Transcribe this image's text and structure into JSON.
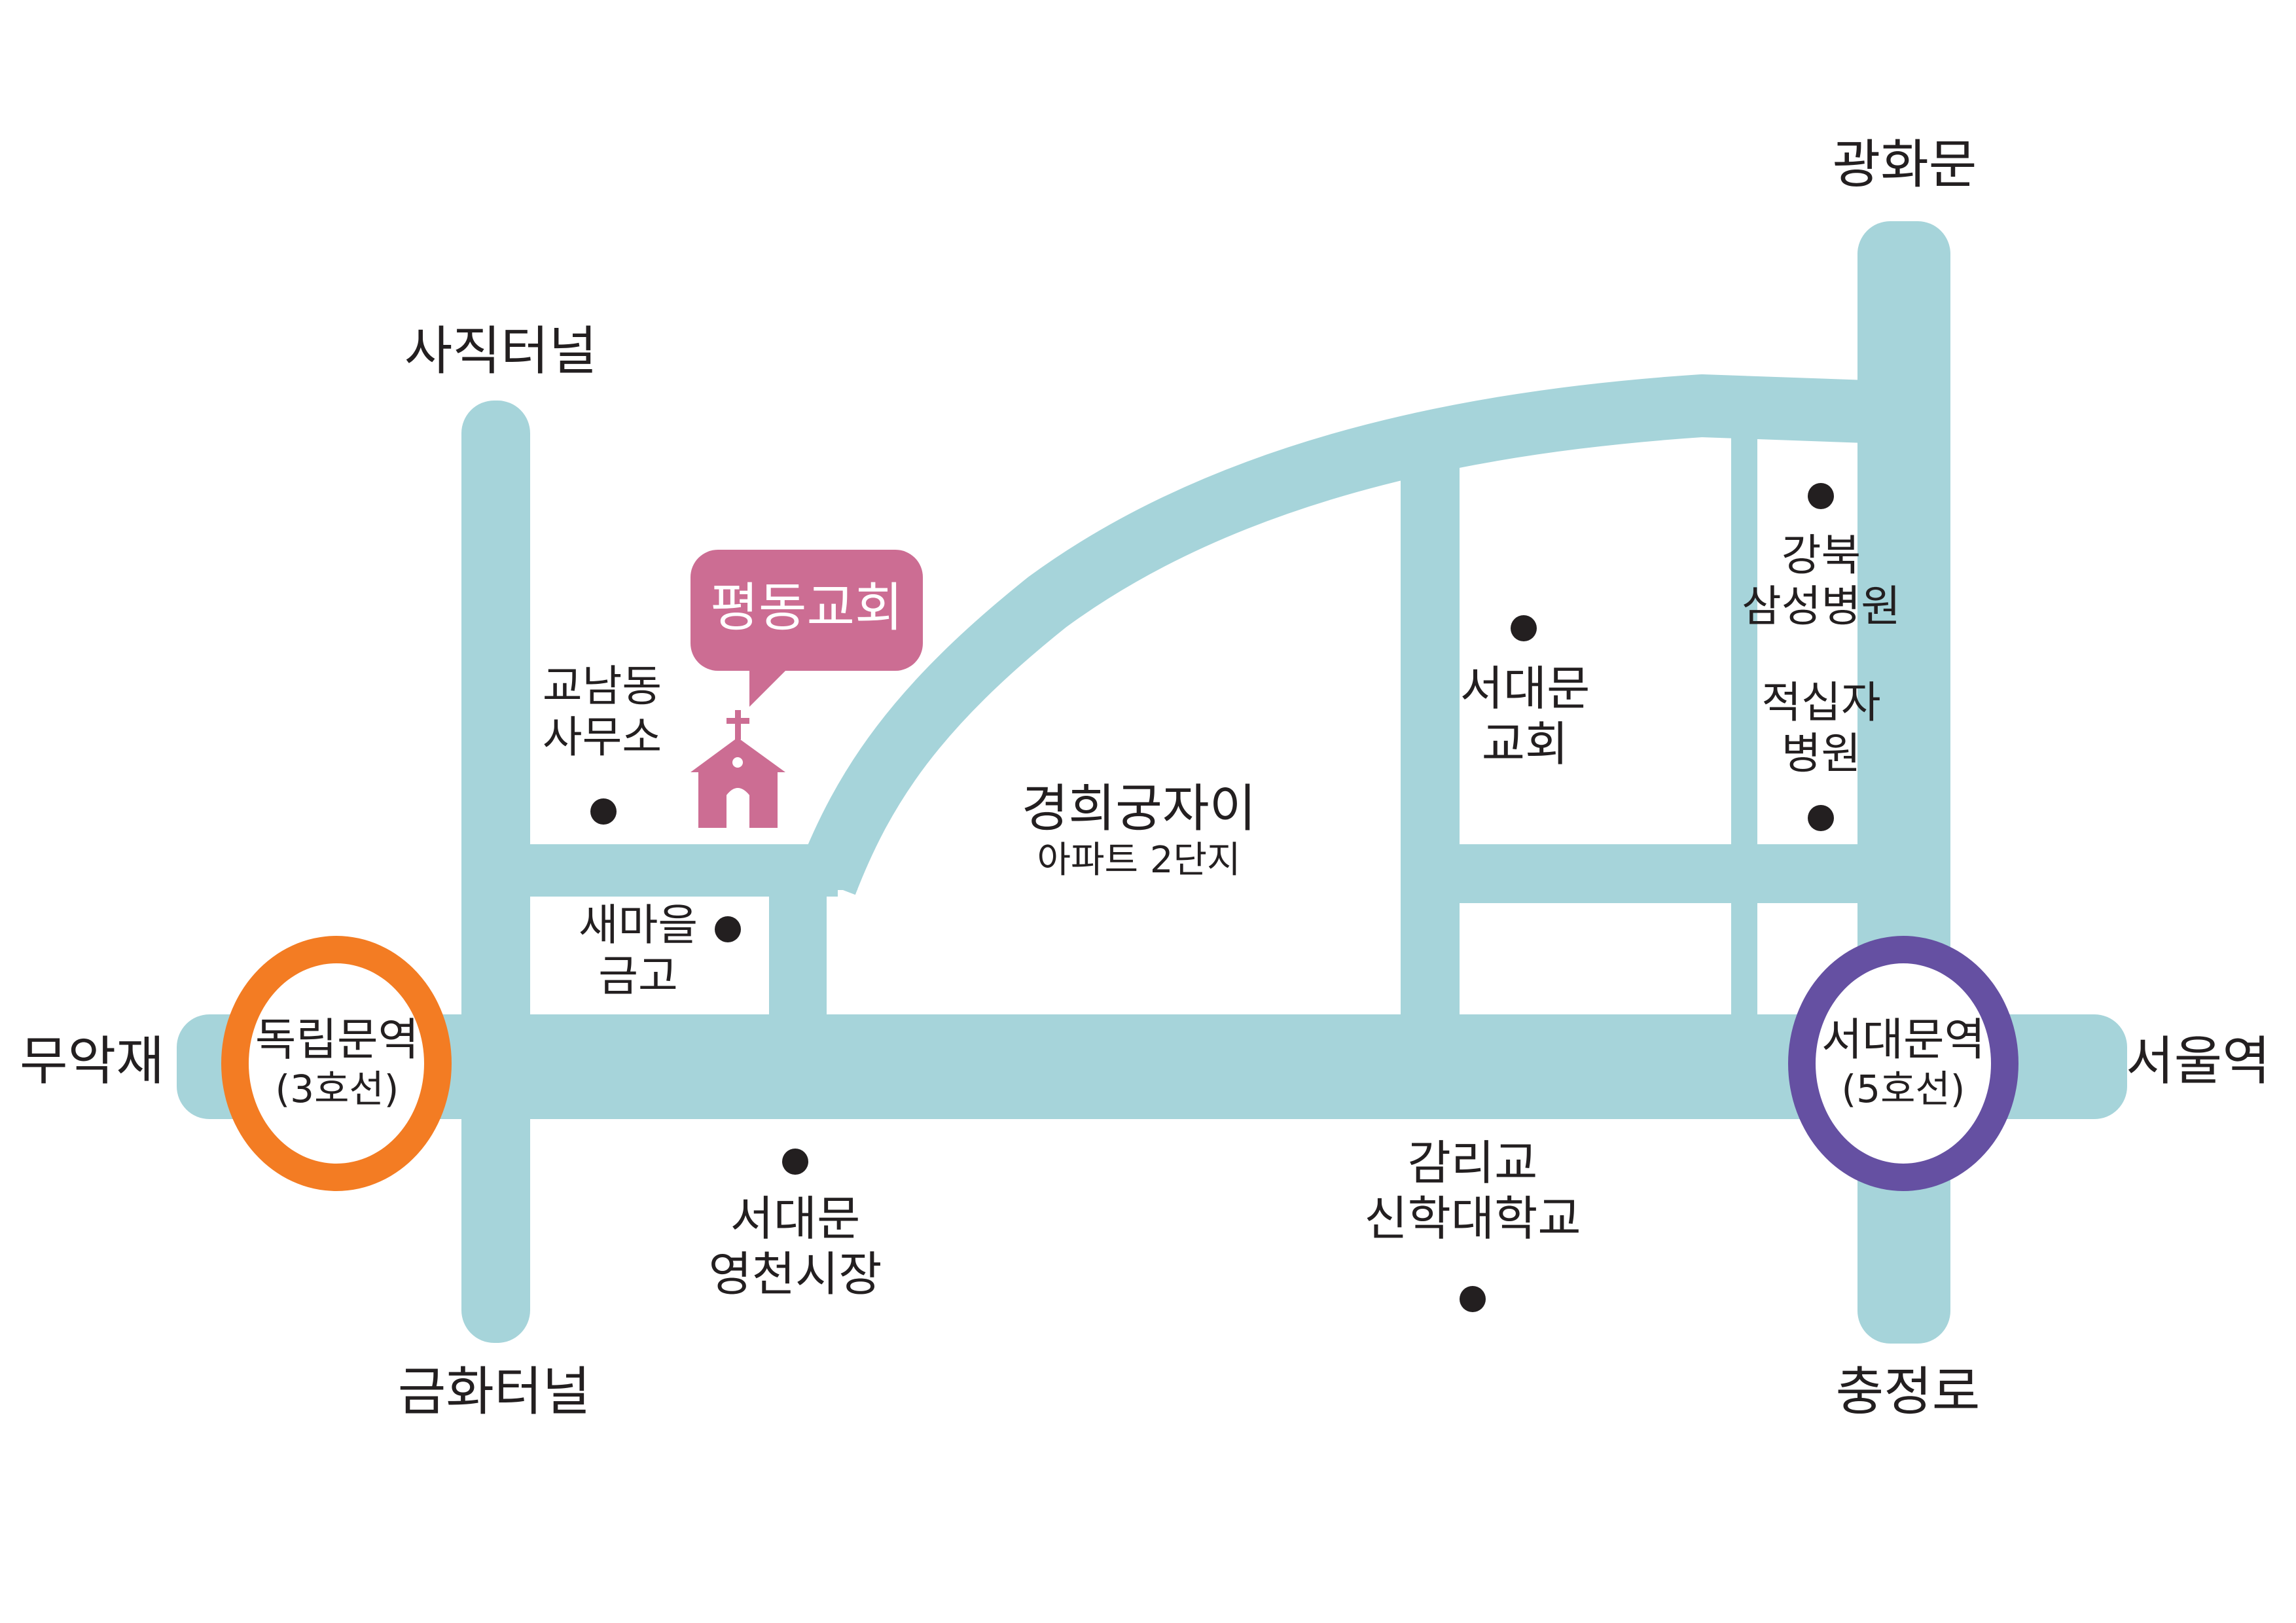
{
  "colors": {
    "road": "#a6d4da",
    "text": "#231f20",
    "church": "#cc6d93",
    "line3_station": "#f37c23",
    "line5_station": "#6550a2"
  },
  "destinations": {
    "north_right": "광화문",
    "north_left": "사직터널",
    "west": "무악재",
    "east": "서울역",
    "south_left": "금화터널",
    "south_right": "충정로"
  },
  "church": {
    "name": "평동교회",
    "icon": "church-icon"
  },
  "stations": [
    {
      "name": "독립문역",
      "line": "(3호선)"
    },
    {
      "name": "서대문역",
      "line": "(5호선)"
    }
  ],
  "landmarks": {
    "gyonam_office": [
      "교남동",
      "사무소"
    ],
    "saemaeul_bank": [
      "새마을",
      "금고"
    ],
    "market": [
      "서대문",
      "영천시장"
    ],
    "apartment": {
      "name": "경희궁자이",
      "sub": "아파트 2단지"
    },
    "seodaemun_church": [
      "서대문",
      "교회"
    ],
    "samsung_hospital": [
      "강북",
      "삼성병원"
    ],
    "red_cross_hospital": [
      "적십자",
      "병원"
    ],
    "methodist_univ": [
      "감리교",
      "신학대학교"
    ]
  }
}
